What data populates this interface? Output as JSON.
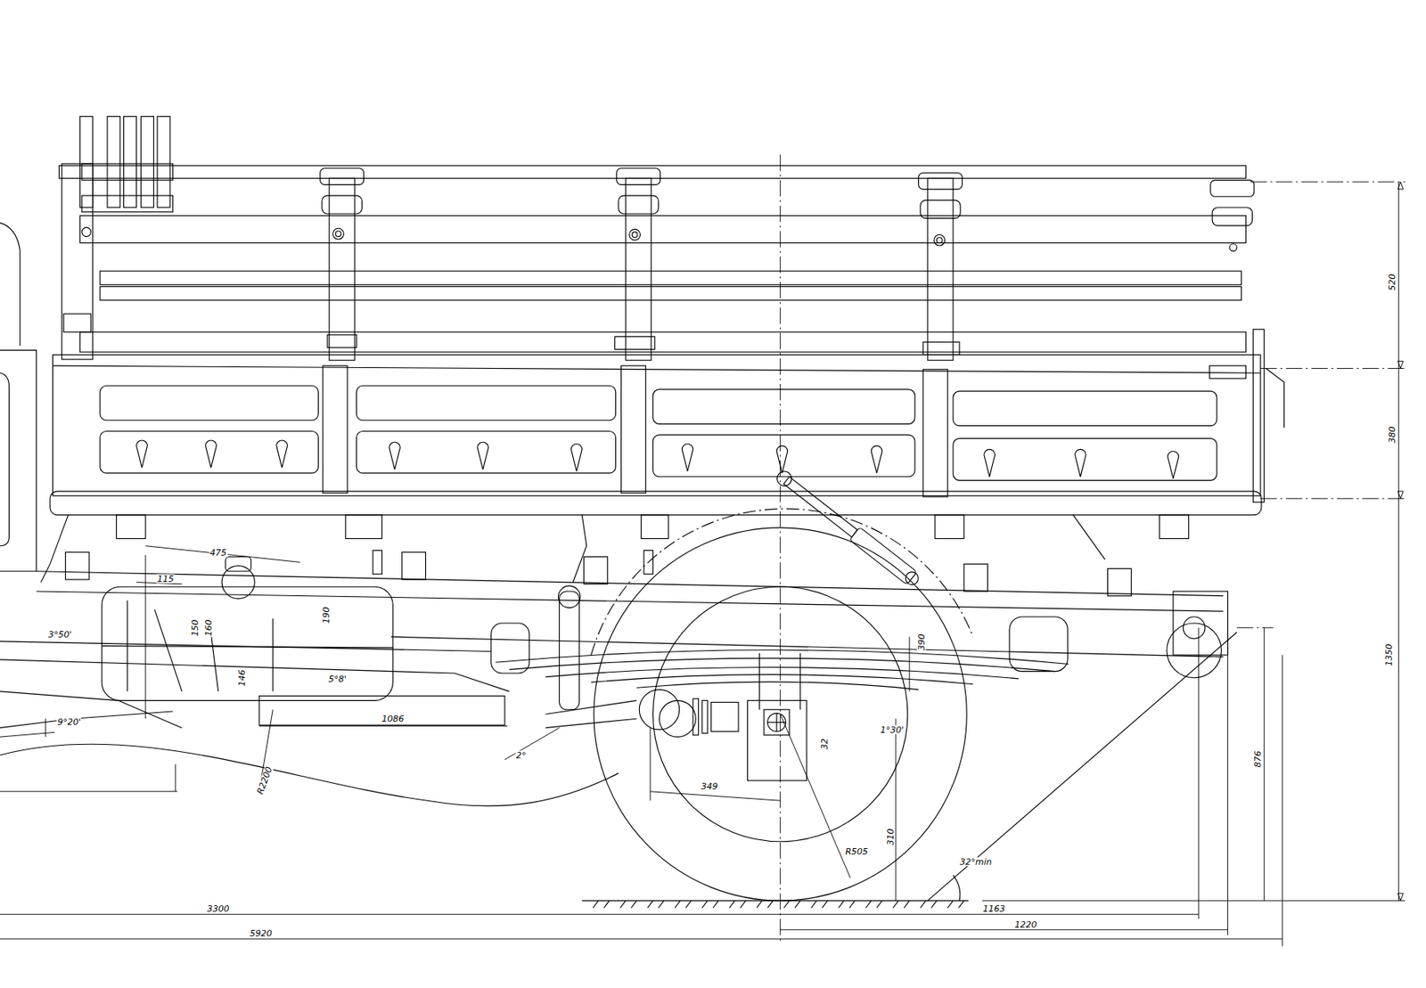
{
  "diagram": {
    "labels": [
      "475",
      "115",
      "3°50'",
      "150",
      "160",
      "190",
      "146",
      "5°8'",
      "9°20'",
      "1086",
      "2°",
      "R2200",
      "390",
      "1°30'",
      "32",
      "349",
      "R505",
      "310",
      "32°min",
      "3300",
      "5920",
      "1163",
      "1220",
      "520",
      "380",
      "1350",
      "876"
    ]
  }
}
